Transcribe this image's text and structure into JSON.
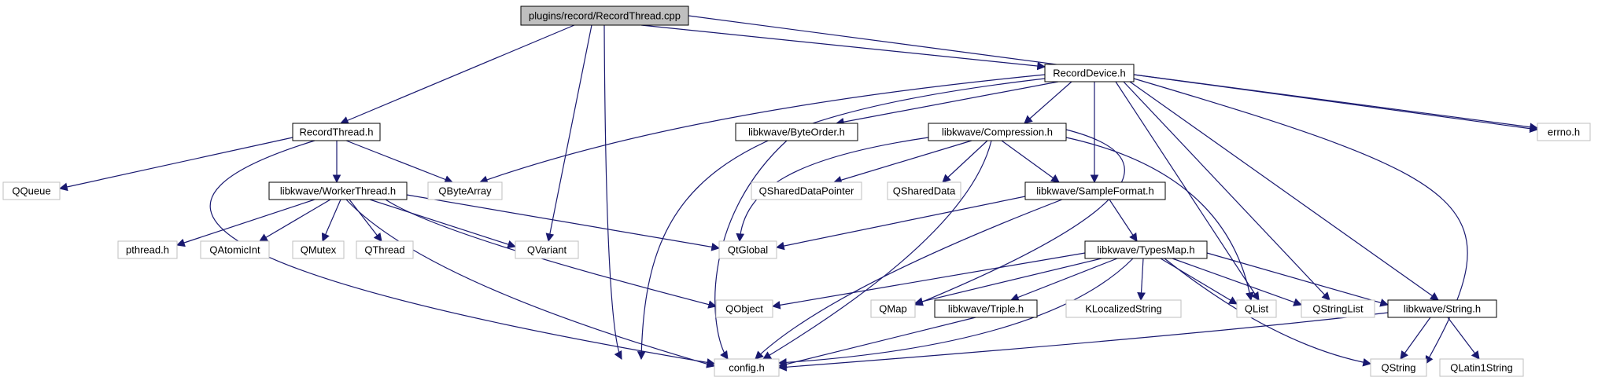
{
  "diagram": {
    "colors": {
      "edge": "#191970",
      "root_fill": "#bfbfbf",
      "root_border": "#000000",
      "doc_border": "#000000",
      "ext_border": "#bfbfbf",
      "node_fill": "#ffffff"
    },
    "nodes": {
      "root": "plugins/record/RecordThread.cpp",
      "recorddevice": "RecordDevice.h",
      "errno": "errno.h",
      "recordthread": "RecordThread.h",
      "byteorder": "libkwave/ByteOrder.h",
      "compression": "libkwave/Compression.h",
      "qqueue": "QQueue",
      "qbytearray": "QByteArray",
      "workerthread": "libkwave/WorkerThread.h",
      "qshareddatapointer": "QSharedDataPointer",
      "qshareddata": "QSharedData",
      "sampleformat": "libkwave/SampleFormat.h",
      "pthread": "pthread.h",
      "qatomicint": "QAtomicInt",
      "qmutex": "QMutex",
      "qthread": "QThread",
      "qvariant": "QVariant",
      "qtglobal": "QtGlobal",
      "typesmap": "libkwave/TypesMap.h",
      "qobject": "QObject",
      "qmap": "QMap",
      "triple": "libkwave/Triple.h",
      "klocalizedstring": "KLocalizedString",
      "qlist": "QList",
      "qstringlist": "QStringList",
      "string": "libkwave/String.h",
      "config": "config.h",
      "qstring": "QString",
      "qlatin1string": "QLatin1String"
    }
  }
}
